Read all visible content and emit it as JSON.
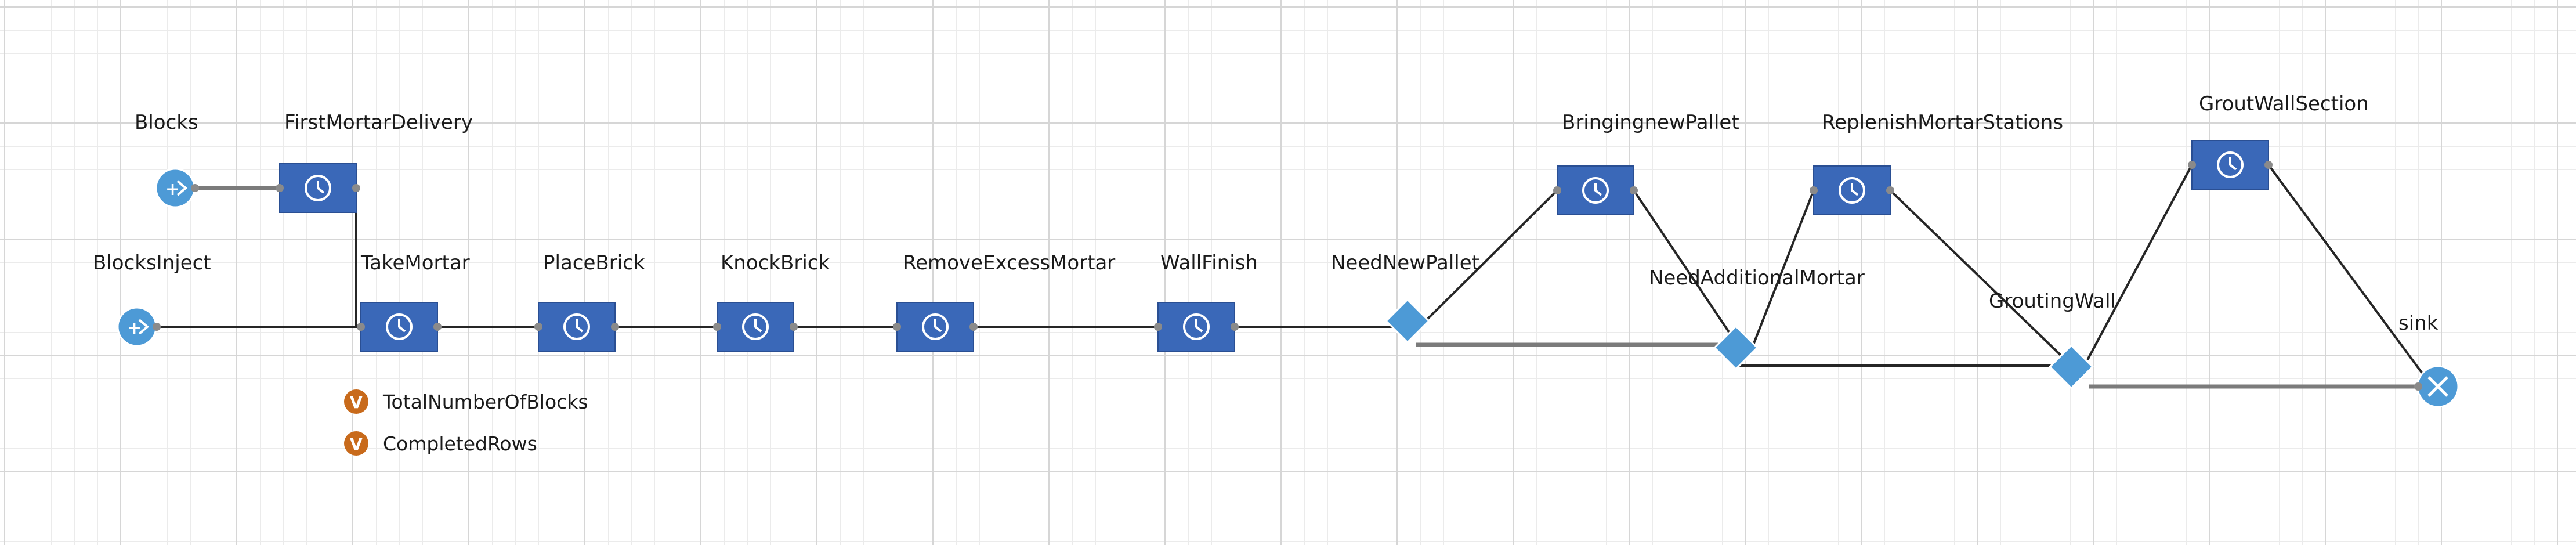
{
  "colors": {
    "background": "#ffffff",
    "grid_minor": "#ebebeb",
    "grid_major": "#d6d6d6",
    "block_fill": "#3a68b8",
    "block_border": "#2a4f93",
    "source_fill": "#4d9ad6",
    "decision_fill": "#4d9ad6",
    "sink_fill": "#4d9ad6",
    "variable_fill": "#c86a1b",
    "connector": "#262626",
    "connector_thick": "#7b7b7b"
  },
  "icons": {
    "source": "source-plus-arrow-icon",
    "delay": "clock-icon",
    "decision": "diamond-icon",
    "sink": "sink-x-icon",
    "variable": "variable-v-icon"
  },
  "sources": [
    {
      "name": "Blocks"
    },
    {
      "name": "BlocksInject"
    }
  ],
  "blocks": [
    {
      "name": "FirstMortarDelivery"
    },
    {
      "name": "TakeMortar"
    },
    {
      "name": "PlaceBrick"
    },
    {
      "name": "KnockBrick"
    },
    {
      "name": "RemoveExcessMortar"
    },
    {
      "name": "WallFinish"
    },
    {
      "name": "BringingnewPallet"
    },
    {
      "name": "ReplenishMortarStations"
    },
    {
      "name": "GroutWallSection"
    }
  ],
  "decisions": [
    {
      "name": "NeedNewPallet"
    },
    {
      "name": "NeedAdditionalMortar"
    },
    {
      "name": "GroutingWall"
    }
  ],
  "sink": {
    "name": "sink"
  },
  "variables": [
    {
      "name": "TotalNumberOfBlocks",
      "symbol": "V"
    },
    {
      "name": "CompletedRows",
      "symbol": "V"
    }
  ]
}
